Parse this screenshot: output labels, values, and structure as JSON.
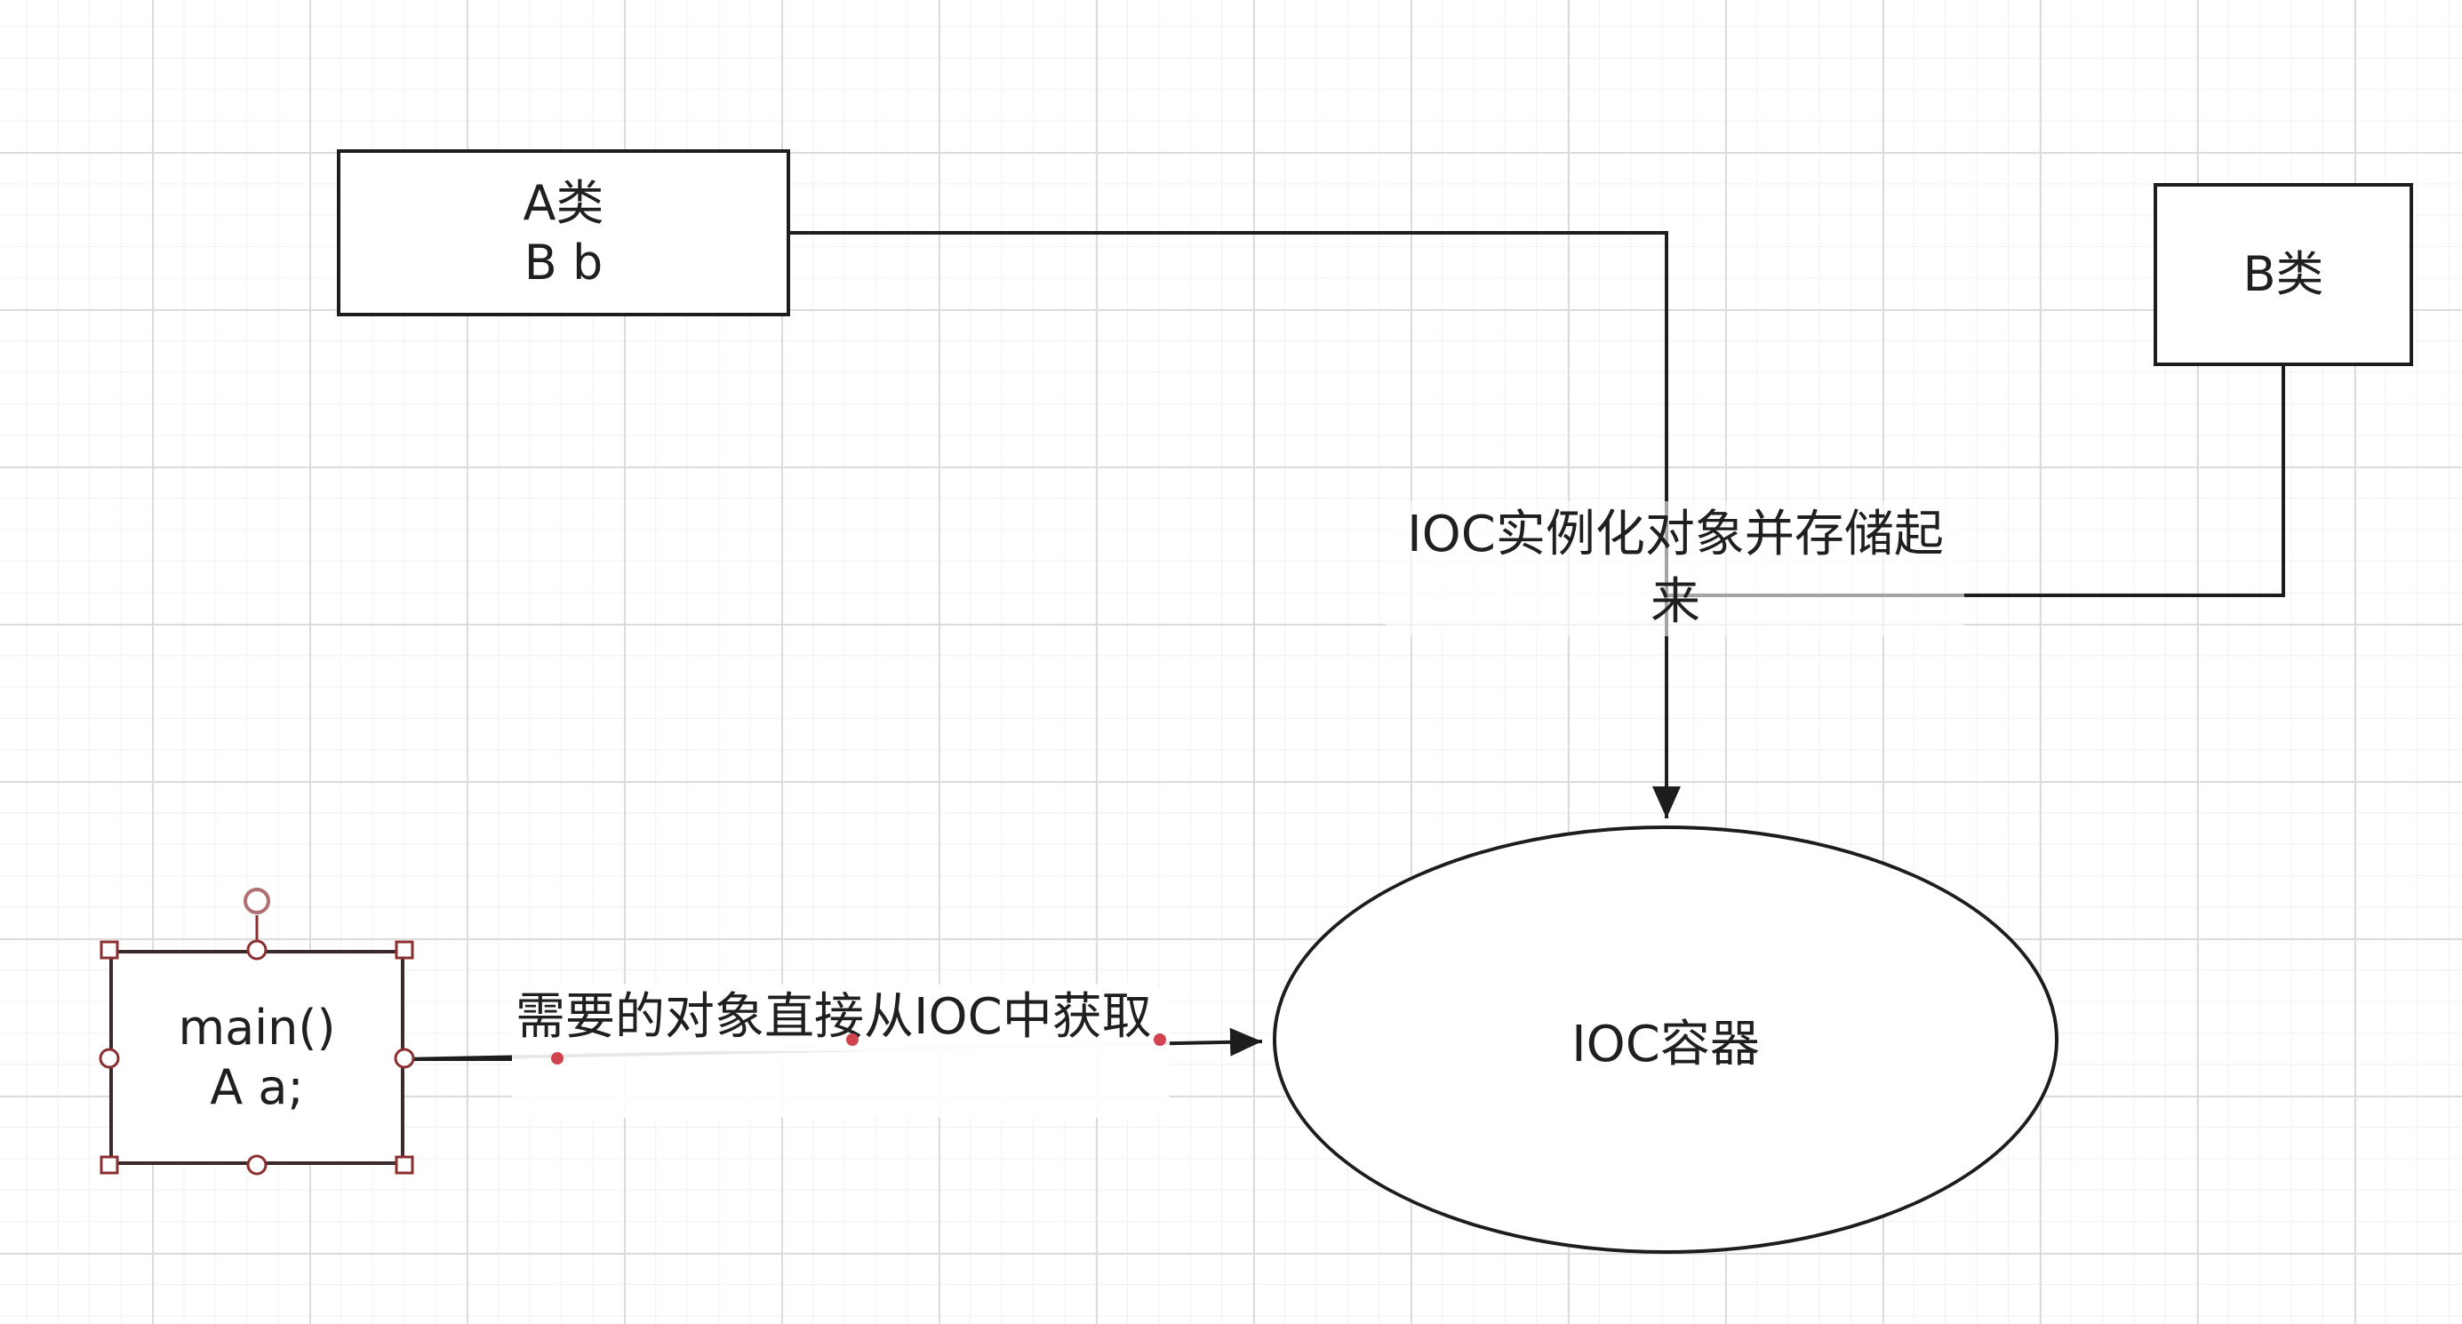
{
  "diagram": {
    "nodes": {
      "class_a": {
        "lines": [
          "A类",
          "B b"
        ]
      },
      "class_b": {
        "lines": [
          "B类"
        ]
      },
      "main": {
        "lines": [
          "main()",
          "A a;"
        ]
      },
      "ioc_container": {
        "label": "IOC容器"
      }
    },
    "edges": {
      "store": {
        "label_lines": [
          "IOC实例化对象并存储起",
          "来"
        ]
      },
      "fetch": {
        "label": "需要的对象直接从IOC中获取"
      }
    }
  },
  "colors": {
    "stroke": "#1d1d1d",
    "selection_handle": "#8b2e2e",
    "waypoint": "#d0434f",
    "grid": "#dcdcdc"
  }
}
